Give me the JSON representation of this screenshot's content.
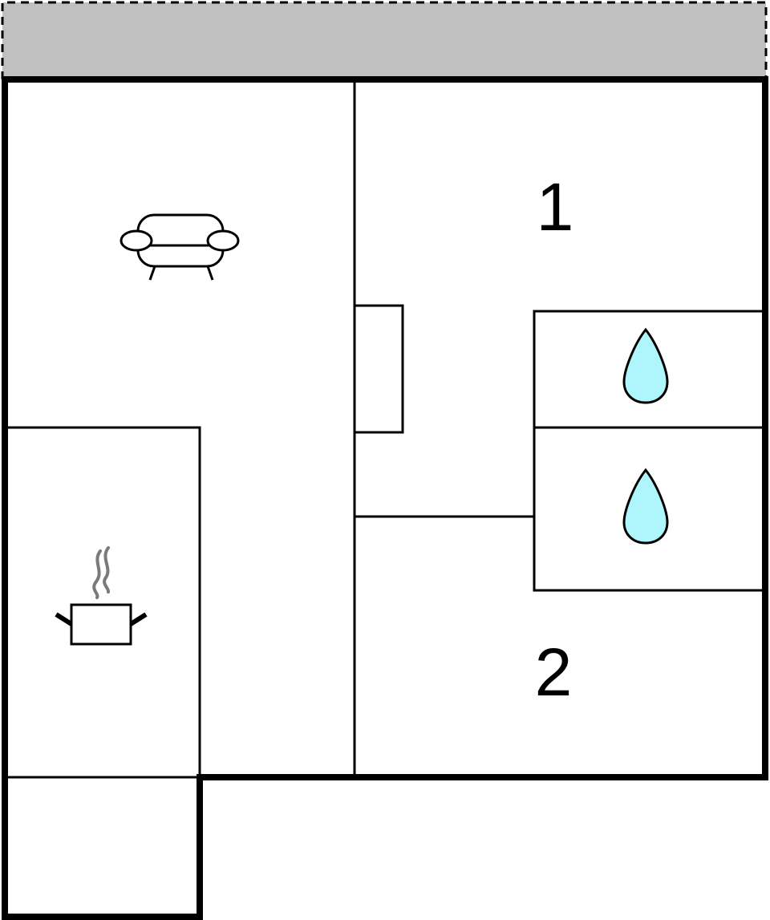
{
  "floor_plan": {
    "rooms": [
      {
        "id": "bedroom-1",
        "label": "1"
      },
      {
        "id": "bedroom-2",
        "label": "2"
      }
    ],
    "icons": [
      "sofa-icon",
      "cooking-pot-icon",
      "water-drop-icon",
      "water-drop-icon"
    ],
    "colors": {
      "terrace": "#c0c0c1",
      "water_drop": "#aef6fb",
      "steam": "#7a7a7a",
      "wall": "#000000",
      "background": "#ffffff"
    }
  }
}
